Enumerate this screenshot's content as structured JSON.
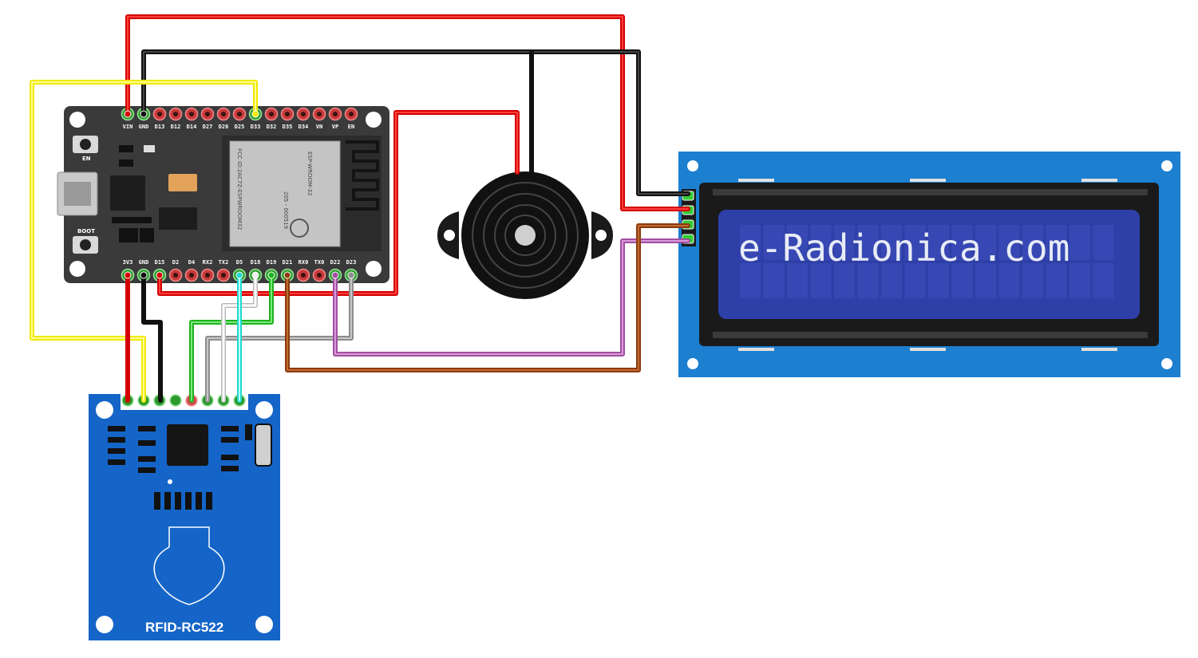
{
  "esp32": {
    "top_pins": [
      "VIN",
      "GND",
      "D13",
      "D12",
      "D14",
      "D27",
      "D26",
      "D25",
      "D33",
      "D32",
      "D35",
      "D34",
      "VN",
      "VP",
      "EN"
    ],
    "bottom_pins": [
      "3V3",
      "GND",
      "D15",
      "D2",
      "D4",
      "RX2",
      "TX2",
      "D5",
      "D18",
      "D19",
      "D21",
      "RX0",
      "TX0",
      "D22",
      "D23"
    ],
    "btn_en": "EN",
    "btn_boot": "BOOT",
    "module_line1": "ESP-WROOM-32",
    "module_line2": "FCC ID:2AC7Z-ESPWROOM32",
    "module_line3": "205 - 000519"
  },
  "rfid": {
    "label": "RFID-RC522"
  },
  "lcd": {
    "text": "e-Radionica.com"
  },
  "colors": {
    "esp_board": "#3a3a3a",
    "rfid_board": "#1565c8",
    "lcd_board": "#1c7fd0",
    "lcd_screen": "#2e3fa8",
    "red": "#d40000",
    "black": "#111111",
    "yellow": "#f2ea00",
    "green": "#1db31d",
    "gray": "#8c8c8c",
    "white": "#f0f0f0",
    "cyan": "#22d8d0",
    "purple": "#a24ea2",
    "brown": "#8b3a0c"
  }
}
